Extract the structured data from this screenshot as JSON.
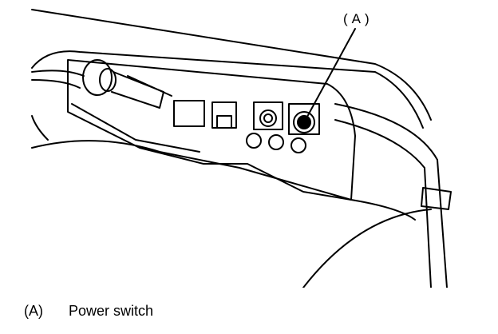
{
  "figure": {
    "callout": "(A)",
    "parts": [
      "power-switch",
      "connector-ports",
      "cable"
    ]
  },
  "legend": [
    {
      "key": "(A)",
      "text": "Power switch"
    }
  ]
}
